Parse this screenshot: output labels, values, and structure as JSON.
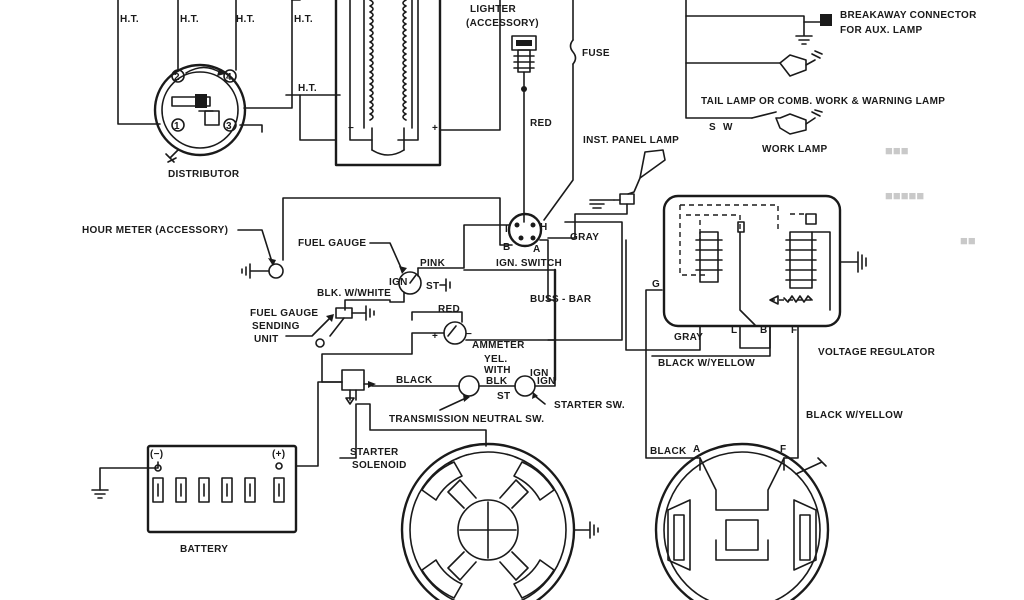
{
  "colors": {
    "ink": "#1a1a1a",
    "paper": "#ffffff",
    "ghost_text": "#c9c9c9"
  },
  "labels": {
    "ht1": "H.T.",
    "ht2": "H.T.",
    "ht3": "H.T.",
    "ht4": "H.T.",
    "ht5": "H.T.",
    "distributor": "DISTRIBUTOR",
    "lighter_1": "LIGHTER",
    "lighter_2": "(ACCESSORY)",
    "fuse": "FUSE",
    "red_top": "RED",
    "inst_panel_lamp": "INST. PANEL LAMP",
    "breakaway_1": "BREAKAWAY CONNECTOR",
    "breakaway_2": "FOR AUX. LAMP",
    "tail_lamp": "TAIL LAMP OR COMB. WORK & WARNING LAMP",
    "sw_s": "S",
    "sw_w": "W",
    "work_lamp": "WORK LAMP",
    "hour_meter": "HOUR METER (ACCESSORY)",
    "fuel_gauge": "FUEL GAUGE",
    "pink": "PINK",
    "ign_gauge": "IGN",
    "st_gauge": "ST",
    "blk_white": "BLK. W/WHITE",
    "sending_1": "FUEL GAUGE",
    "sending_2": "SENDING",
    "sending_3": "UNIT",
    "ign_switch": "IGN. SWITCH",
    "sw_i": "I",
    "sw_h": "H",
    "sw_b": "B",
    "sw_a": "A",
    "gray_1": "GRAY",
    "gray_2": "GRAY",
    "g_term": "G",
    "l_term": "L",
    "b_term": "B",
    "f_term": "F",
    "buss_bar": "BUSS - BAR",
    "red_mid": "RED",
    "ammeter": "AMMETER",
    "plus": "+",
    "minus": "−",
    "black_yellow_1": "BLACK  W/YELLOW",
    "voltage_regulator": "VOLTAGE REGULATOR",
    "black_mid": "BLACK",
    "yel_1": "YEL.",
    "yel_2": "WITH",
    "yel_3": "BLK",
    "ign_starter": "IGN",
    "st_starter": "ST",
    "starter_sw": "STARTER  SW.",
    "trans_neutral": "TRANSMISSION NEUTRAL SW.",
    "black_yellow_2": "BLACK W/YELLOW",
    "black_gen": "BLACK",
    "gen_a": "A",
    "gen_f": "F",
    "starter_solenoid_1": "STARTER",
    "starter_solenoid_2": "SOLENOID",
    "battery": "BATTERY",
    "bat_neg": "(−)",
    "bat_pos": "(+)",
    "dist_1": "1",
    "dist_2": "2",
    "dist_3": "3",
    "dist_4": "4",
    "plus_coil": "+",
    "minus_coil": "−"
  }
}
